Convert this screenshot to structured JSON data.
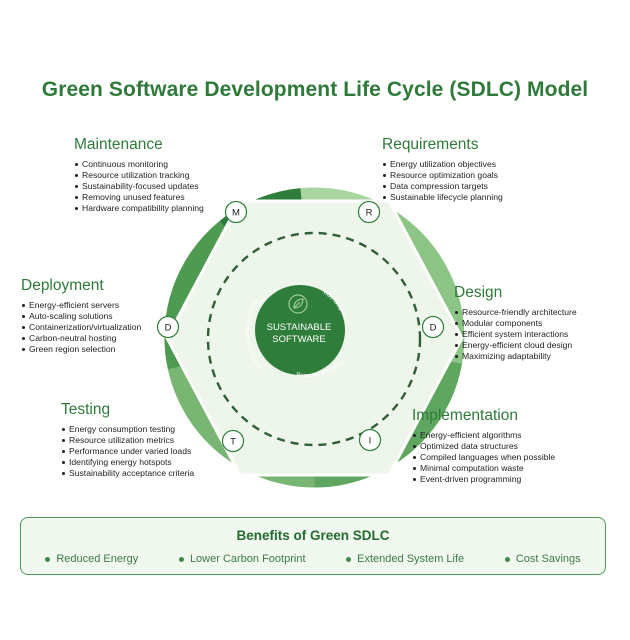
{
  "title": "Green Software Development Life Cycle (SDLC) Model",
  "center": {
    "line1": "SUSTAINABLE",
    "line2": "SOFTWARE",
    "arc_left": "Energy consumption (kWh)",
    "arc_top": "CO₂ footprint",
    "arc_bottom": "Resource efficiency"
  },
  "phases": {
    "maintenance": {
      "title": "Maintenance",
      "marker": "M",
      "items": [
        "Continuous monitoring",
        "Resource utilization tracking",
        "Sustainability-focused updates",
        "Removing unused features",
        "Hardware compatibility planning"
      ]
    },
    "requirements": {
      "title": "Requirements",
      "marker": "R",
      "items": [
        "Energy utilization objectives",
        "Resource optimization goals",
        "Data compression targets",
        "Sustainable lifecycle planning"
      ]
    },
    "deployment": {
      "title": "Deployment",
      "marker": "D",
      "items": [
        "Energy-efficient servers",
        "Auto-scaling solutions",
        "Containerization/virtualization",
        "Carbon-neutral hosting",
        "Green region selection"
      ]
    },
    "design": {
      "title": "Design",
      "marker": "D",
      "items": [
        "Resource-friendly architecture",
        "Modular components",
        "Efficient system interactions",
        "Energy-efficient cloud design",
        "Maximizing adaptability"
      ]
    },
    "testing": {
      "title": "Testing",
      "marker": "T",
      "items": [
        "Energy consumption testing",
        "Resource utilization metrics",
        "Performance under varied loads",
        "Identifying energy hotspots",
        "Sustainability acceptance criteria"
      ]
    },
    "implementation": {
      "title": "Implementation",
      "marker": "I",
      "items": [
        "Energy-efficient algorithms",
        "Optimized data structures",
        "Compiled languages when possible",
        "Minimal computation waste",
        "Event-driven programming"
      ]
    }
  },
  "benefits": {
    "title": "Benefits of Green SDLC",
    "items": [
      "Reduced Energy",
      "Lower Carbon Footprint",
      "Extended System Life",
      "Cost Savings"
    ]
  },
  "colors": {
    "dark_green": "#2f7d3a",
    "medium_green": "#5fa760",
    "light_green": "#a9d5a0",
    "hexagon_fill": "#eef6ec",
    "accent": "#2f7a3a"
  }
}
